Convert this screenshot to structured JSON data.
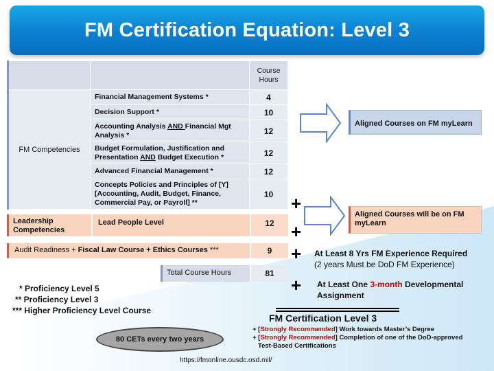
{
  "title": "FM Certification Equation:  Level 3",
  "table": {
    "hours_header": "Course Hours",
    "group_label": "FM Competencies",
    "rows": [
      {
        "course": "Financial Management Systems *",
        "hours": "4"
      },
      {
        "course": "Decision Support *",
        "hours": "10"
      },
      {
        "course_pre": "Accounting Analysis ",
        "course_u": "AND ",
        "course_post": "Financial Mgt Analysis *",
        "hours": "12"
      },
      {
        "course_pre": "Budget Formulation, Justification and Presentation ",
        "course_u": "AND",
        "course_post": " Budget Execution *",
        "hours": "12"
      },
      {
        "course": "Advanced Financial Management *",
        "hours": "12"
      },
      {
        "course": "Concepts Policies and Principles of [Y] [Accounting, Audit, Budget, Finance, Commercial Pay, or Payroll] **",
        "hours": "10"
      }
    ]
  },
  "leadership": {
    "label": "Leadership Competencies",
    "course": "Lead People Level",
    "hours": "12"
  },
  "audit": {
    "prefix": "Audit Readiness + ",
    "bold": "Fiscal Law Course + Ethics Courses",
    "suffix": " ***",
    "hours": "9"
  },
  "total": {
    "label": "Total Course Hours",
    "hours": "81"
  },
  "aligned_box": "Aligned Courses on FM myLearn",
  "will_box": "Aligned Courses will be on FM myLearn",
  "plus_sign": "+",
  "experience": {
    "line1": "At Least 8 Yrs FM Experience Required",
    "line2": "(2 years Must be DoD FM Experience)"
  },
  "developmental": {
    "pre": "At Least One  ",
    "red": "3-month",
    "post": " Developmental Assignment"
  },
  "notes": [
    "* Proficiency Level 5",
    "** Proficiency Level 3",
    "*** Higher Proficiency Level Course"
  ],
  "cets": "80 CETs every two years",
  "cert": {
    "title": "FM Certification Level 3",
    "item1_pre": "+ [",
    "item1_red": "Strongly Recommended",
    "item1_post": "] Work towards Master’s Degree",
    "item2_pre": "+ [",
    "item2_red": "Strongly Recommended",
    "item2_post": "] Completion of one of the DoD-approved",
    "item2_cont": "Test-Based Certifications"
  },
  "url": "https://fmonline.ousdc.osd.mil/",
  "colors": {
    "header": "#0b7fd0",
    "blue_cell": "#d6dde8",
    "peach_cell": "#f9d4be",
    "red_text": "#cc0000"
  }
}
